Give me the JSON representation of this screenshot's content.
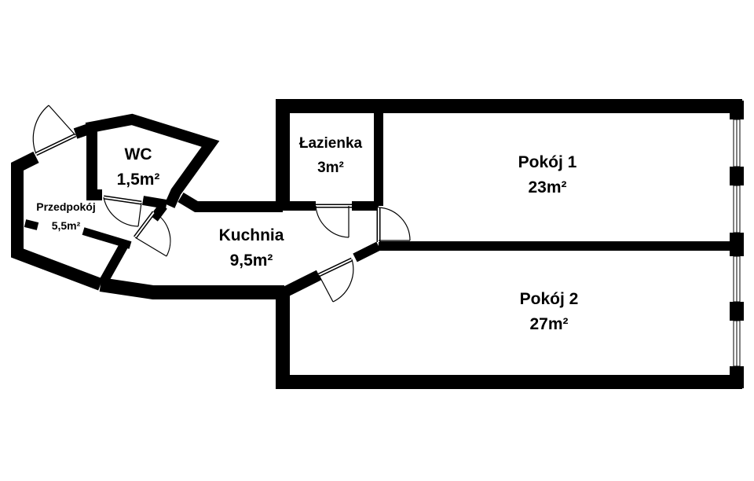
{
  "rooms": {
    "wc": {
      "name": "WC",
      "area": "1,5m²"
    },
    "lazienka": {
      "name": "Łazienka",
      "area": "3m²"
    },
    "pokoj1": {
      "name": "Pokój 1",
      "area": "23m²"
    },
    "pokoj2": {
      "name": "Pokój 2",
      "area": "27m²"
    },
    "przedpokoj": {
      "name": "Przedpokój",
      "area": "5,5m²"
    },
    "kuchnia": {
      "name": "Kuchnia",
      "area": "9,5m²"
    }
  },
  "colors": {
    "wall": "#000000",
    "background": "#ffffff"
  }
}
